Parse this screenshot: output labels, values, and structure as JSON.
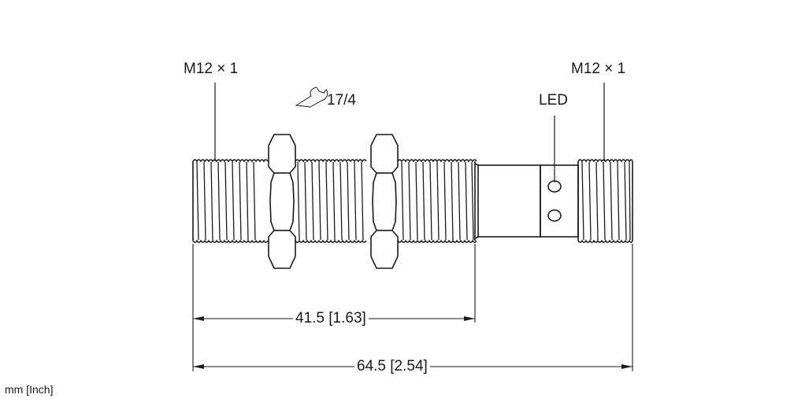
{
  "labels": {
    "thread_left": "M12 × 1",
    "thread_right": "M12 × 1",
    "wrench_size": "17/4",
    "led": "LED"
  },
  "dimensions": {
    "length_threaded": "41.5 [1.63]",
    "length_total": "64.5 [2.54]"
  },
  "units": "mm [Inch]",
  "icons": {
    "wrench": "wrench-icon"
  },
  "colors": {
    "line": "#1a1a1a",
    "background": "#ffffff"
  }
}
